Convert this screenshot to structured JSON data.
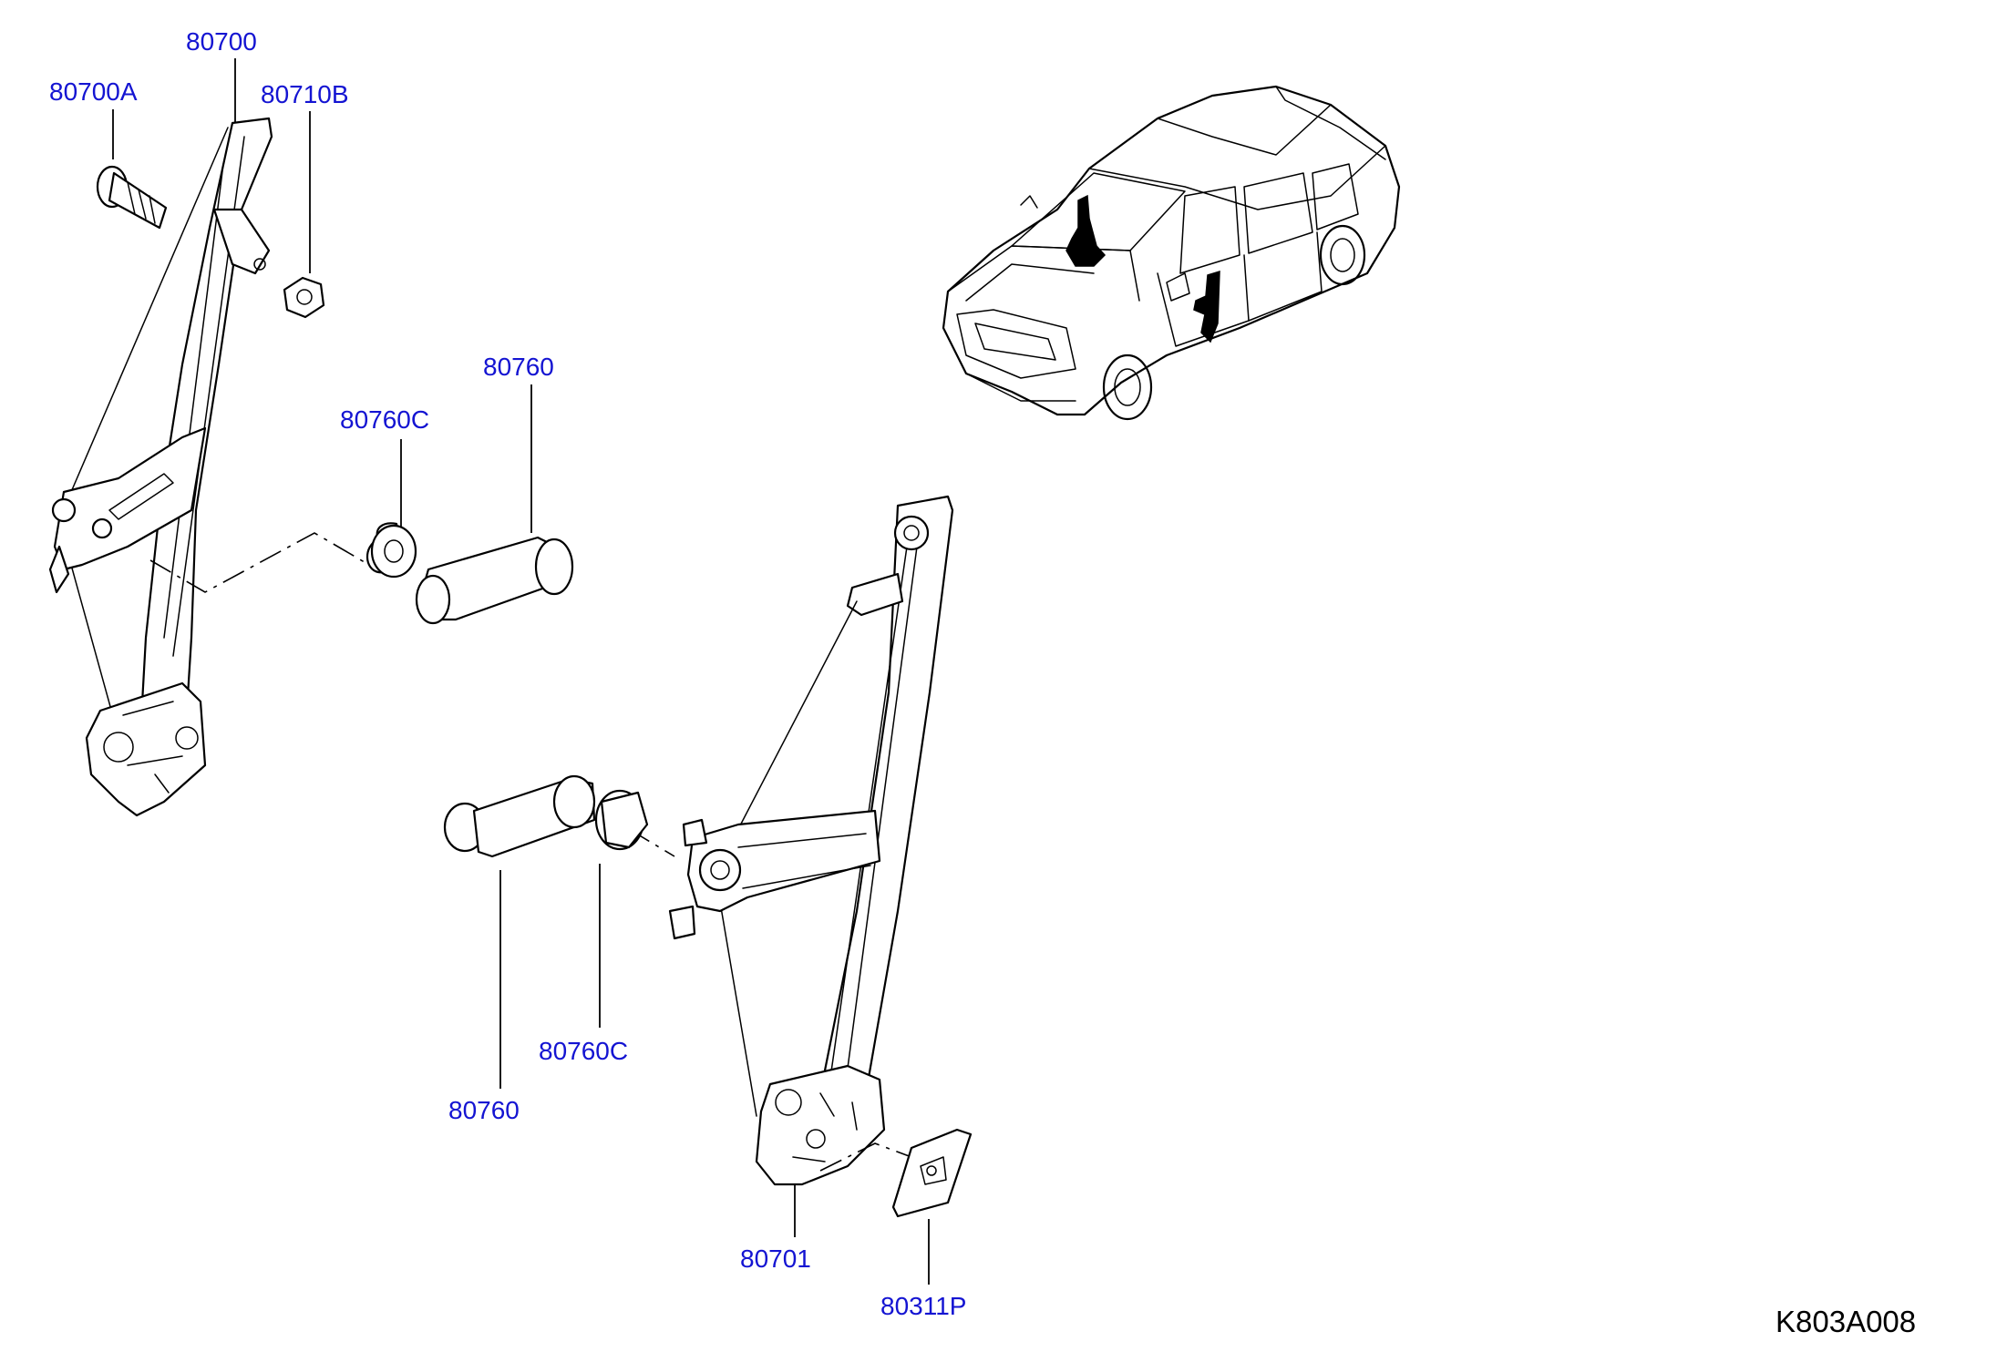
{
  "diagram": {
    "callouts": {
      "c80700": "80700",
      "c80700A": "80700A",
      "c80710B": "80710B",
      "c80760_top": "80760",
      "c80760C_top": "80760C",
      "c80760C_bottom": "80760C",
      "c80760_bottom": "80760",
      "c80701": "80701",
      "c80311P": "80311P"
    },
    "document_id": "K803A008",
    "colors": {
      "callout_text": "#1414d2",
      "line_art": "#000000",
      "background": "#ffffff"
    }
  }
}
